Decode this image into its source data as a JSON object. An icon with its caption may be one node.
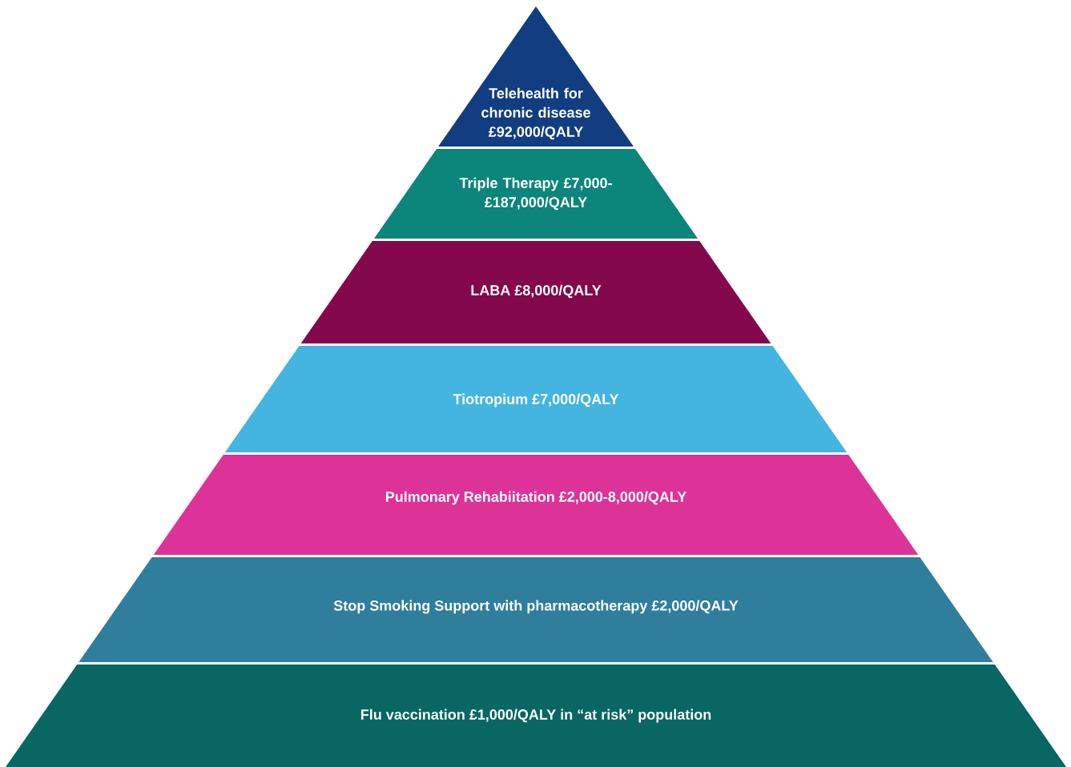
{
  "diagram": {
    "nodes": [
      {
        "text": [
          "Telehealth for chronic disease £92,000/QALY"
        ]
      },
      {
        "text": [
          "Triple Therapy £7,000-£187,000/QALY"
        ]
      },
      {
        "text": [
          "LABA £8,000/QALY"
        ]
      },
      {
        "text": [
          "Tiotropium £7,000/QALY"
        ]
      },
      {
        "text": [
          "Pulmonary Rehabiitation £2,000-8,000/QALY"
        ]
      },
      {
        "text": [
          "Stop Smoking Support with pharmacotherapy £2,000/QALY"
        ]
      },
      {
        "text": [
          "Flu vaccination £1,000/QALY in “at risk” population"
        ]
      }
    ]
  }
}
